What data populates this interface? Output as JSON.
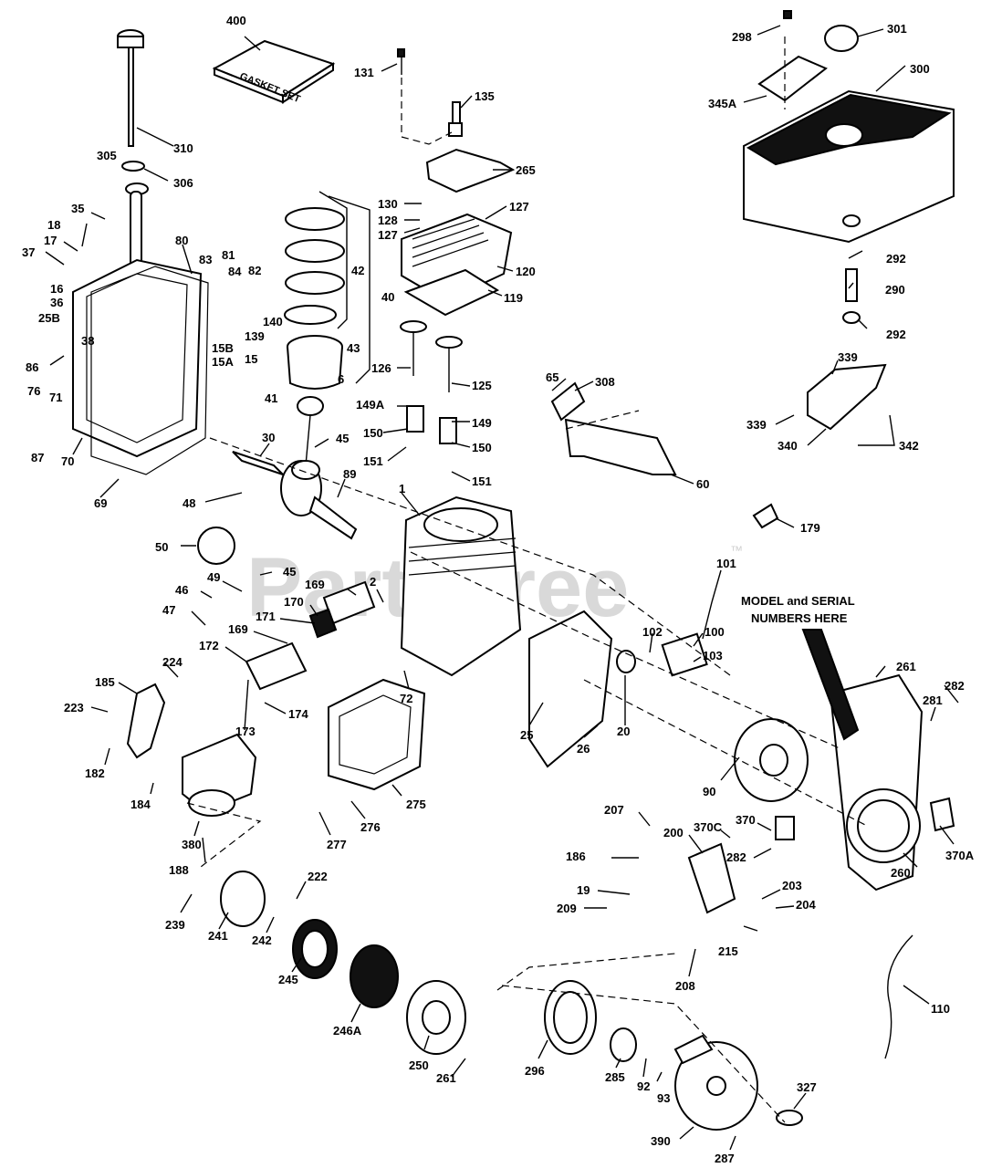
{
  "watermark": "PartsTree",
  "watermark_mark": "™",
  "note": {
    "line1": "MODEL and SERIAL",
    "line2": "NUMBERS HERE"
  },
  "gasket_box_label": "GASKET SET",
  "part_labels": {
    "p400": "400",
    "p131": "131",
    "p135": "135",
    "p298": "298",
    "p301": "301",
    "p300": "300",
    "p345a": "345A",
    "p310": "310",
    "p305": "305",
    "p306": "306",
    "p265": "265",
    "p130": "130",
    "p128": "128",
    "p127a": "127",
    "p127b": "127",
    "p120": "120",
    "p119": "119",
    "p35": "35",
    "p18": "18",
    "p17": "17",
    "p37": "37",
    "p80": "80",
    "p83": "83",
    "p81": "81",
    "p84": "84",
    "p82": "82",
    "p42": "42",
    "p40": "40",
    "p16": "16",
    "p36": "36",
    "p25b": "25B",
    "p139": "139",
    "p140": "140",
    "p292a": "292",
    "p290": "290",
    "p292b": "292",
    "p38": "38",
    "p15b": "15B",
    "p15a": "15A",
    "p15": "15",
    "p86": "86",
    "p76": "76",
    "p71": "71",
    "p43": "43",
    "p6": "6",
    "p41": "41",
    "p126": "126",
    "p125": "125",
    "p65": "65",
    "p308": "308",
    "p339a": "339",
    "p339b": "339",
    "p340": "340",
    "p342": "342",
    "p149a": "149A",
    "p149": "149",
    "p150a": "150",
    "p150b": "150",
    "p151a": "151",
    "p151b": "151",
    "p87": "87",
    "p70": "70",
    "p69": "69",
    "p30": "30",
    "p45a": "45",
    "p89": "89",
    "p60": "60",
    "p48": "48",
    "p1": "1",
    "p179": "179",
    "p50": "50",
    "p45b": "45",
    "p101": "101",
    "p46": "46",
    "p49": "49",
    "p169a": "169",
    "p2": "2",
    "p170": "170",
    "p47": "47",
    "p171": "171",
    "p169b": "169",
    "p172": "172",
    "p102": "102",
    "p100": "100",
    "p103": "103",
    "p224": "224",
    "p185": "185",
    "p72": "72",
    "p174": "174",
    "p173": "173",
    "p25": "25",
    "p20": "20",
    "p26": "26",
    "p261a": "261",
    "p282a": "282",
    "p281": "281",
    "p223": "223",
    "p182": "182",
    "p184": "184",
    "p90": "90",
    "p275": "275",
    "p380": "380",
    "p188": "188",
    "p207": "207",
    "p276": "276",
    "p277": "277",
    "p200": "200",
    "p370c": "370C",
    "p370": "370",
    "p186": "186",
    "p282b": "282",
    "p370a": "370A",
    "p260": "260",
    "p222": "222",
    "p19": "19",
    "p203": "203",
    "p239": "239",
    "p209": "209",
    "p204": "204",
    "p241": "241",
    "p242": "242",
    "p215": "215",
    "p245": "245",
    "p208": "208",
    "p246a": "246A",
    "p110": "110",
    "p296": "296",
    "p250": "250",
    "p261b": "261",
    "p285": "285",
    "p92": "92",
    "p93": "93",
    "p327": "327",
    "p390": "390",
    "p287": "287"
  }
}
